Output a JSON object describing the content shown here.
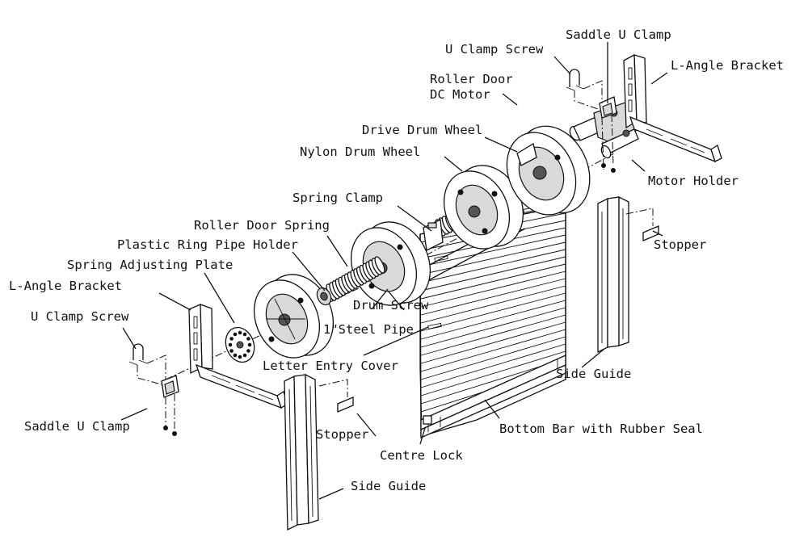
{
  "labels": {
    "saddle_u_clamp_top": "Saddle U Clamp",
    "u_clamp_screw_top": "U Clamp Screw",
    "l_angle_bracket_right": "L-Angle Bracket",
    "roller_door_dc_motor_1": "Roller Door",
    "roller_door_dc_motor_2": "DC Motor",
    "drive_drum_wheel": "Drive Drum Wheel",
    "nylon_drum_wheel": "Nylon Drum Wheel",
    "motor_holder": "Motor Holder",
    "spring_clamp": "Spring Clamp",
    "roller_door_spring": "Roller Door Spring",
    "plastic_ring_pipe_holder": "Plastic Ring Pipe Holder",
    "spring_adjusting_plate": "Spring Adjusting Plate",
    "stopper_right": "Stopper",
    "l_angle_bracket_left": "L-Angle Bracket",
    "u_clamp_screw_left": "U Clamp Screw",
    "drum_screw": "Drum Screw",
    "steel_pipe": "1\"Steel Pipe",
    "letter_entry_cover": "Letter Entry Cover",
    "side_guide_right": "Side Guide",
    "saddle_u_clamp_left": "Saddle U Clamp",
    "stopper_left": "Stopper",
    "bottom_bar": "Bottom Bar with Rubber Seal",
    "centre_lock": "Centre Lock",
    "side_guide_left": "Side Guide"
  }
}
